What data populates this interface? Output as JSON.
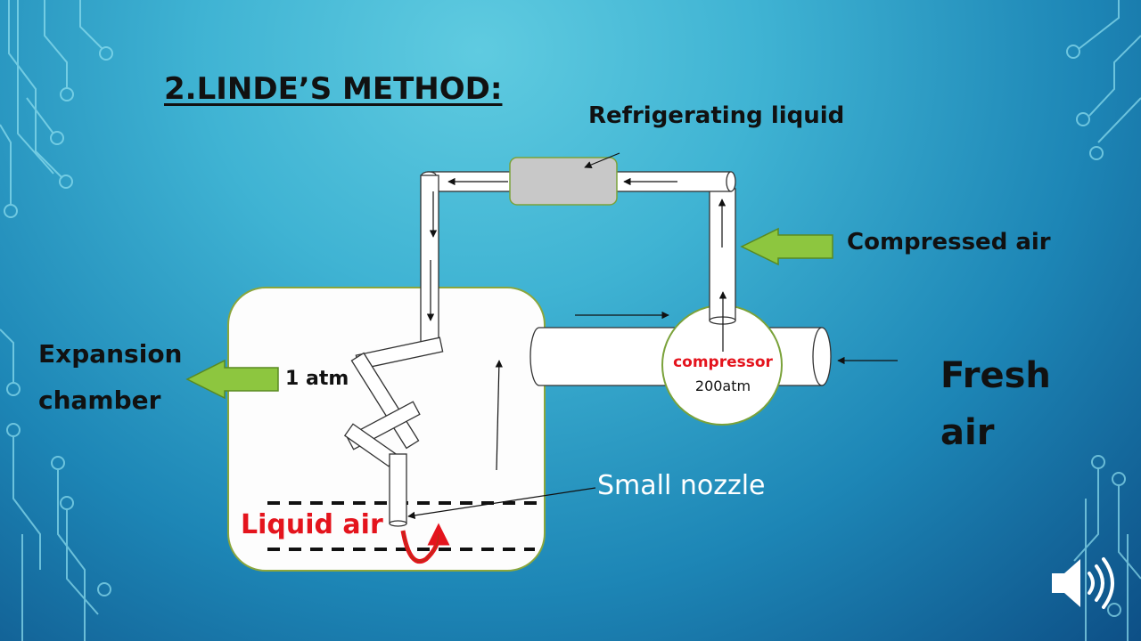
{
  "slide": {
    "title": "2.LINDE’S METHOD:",
    "labels": {
      "refrigerating_liquid": "Refrigerating liquid",
      "compressed_air": "Compressed air",
      "expansion_chamber_line1": "Expansion",
      "expansion_chamber_line2": "chamber",
      "one_atm": "1 atm",
      "fresh_air_line1": "Fresh",
      "fresh_air_line2": "air",
      "small_nozzle": "Small nozzle",
      "liquid_air": "Liquid air",
      "compressor": "compressor",
      "compressor_pressure": "200atm"
    },
    "icons": {
      "speaker": "speaker-icon",
      "circuit": "circuit-decoration"
    },
    "colors": {
      "pipe_fill": "#ffffff",
      "chamber_fill": "#fdfdfd",
      "chamber_border": "#8aa63c",
      "refrigerator_fill": "#c8c8c8",
      "green_arrow": "#8dc63f",
      "red_text": "#e4141d",
      "nozzle_text": "#ffffff"
    }
  }
}
